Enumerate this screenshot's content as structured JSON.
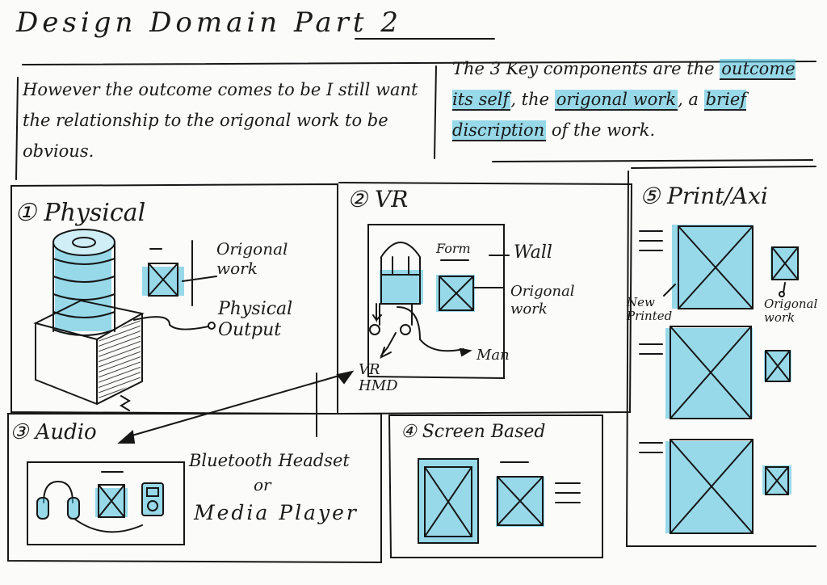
{
  "title": "Design Domain Part 2",
  "intro": "However the outcome comes to be I still want the relationship to the origonal work to be obvious.",
  "key_components": {
    "lead": "The 3 Key components are the",
    "part1": "outcome its self",
    "sep1": ", the",
    "part2": "origonal work",
    "sep2": ", a",
    "part3": "brief discription",
    "tail": "of the work."
  },
  "sections": {
    "physical": {
      "heading": "① Physical",
      "label_original": "Origonal work",
      "label_output": "Physical Output"
    },
    "vr": {
      "heading": "② VR",
      "label_form": "Form",
      "label_wall": "Wall",
      "label_original": "Origonal work",
      "label_man": "Man",
      "label_hmd": "VR HMD"
    },
    "audio": {
      "heading": "③ Audio",
      "label_device1": "Bluetooth Headset",
      "label_or": "or",
      "label_device2": "Media Player"
    },
    "screen": {
      "heading": "④ Screen Based"
    },
    "print": {
      "heading": "⑤ Print/Axi",
      "label_new": "New Printed",
      "label_original": "Origonal work"
    }
  },
  "colors": {
    "ink": "#151515",
    "marker_blue": "#46bedc"
  }
}
